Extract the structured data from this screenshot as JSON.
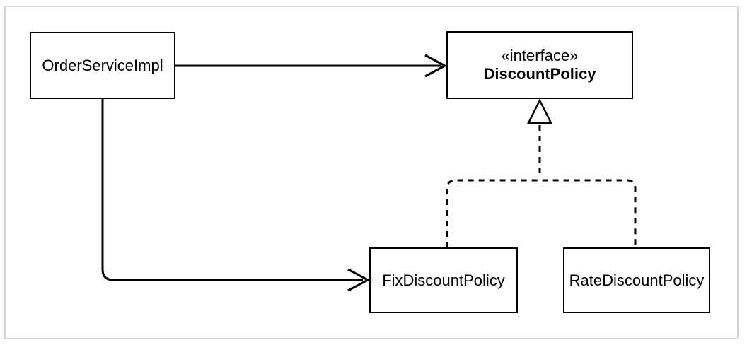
{
  "diagram": {
    "kind": "uml-class-diagram",
    "colors": {
      "background": "#ffffff",
      "frame_border": "#d5d5d5",
      "node_border": "#000000",
      "node_fill": "#ffffff",
      "edge_stroke": "#000000",
      "text": "#000000"
    },
    "nodes": [
      {
        "id": "order-service-impl",
        "label": "OrderServiceImpl",
        "stereotype": ""
      },
      {
        "id": "discount-policy",
        "label": "DiscountPolicy",
        "stereotype": "«interface»"
      },
      {
        "id": "fix-discount-policy",
        "label": "FixDiscountPolicy",
        "stereotype": ""
      },
      {
        "id": "rate-discount-policy",
        "label": "RateDiscountPolicy",
        "stereotype": ""
      }
    ],
    "edges": [
      {
        "from": "OrderServiceImpl",
        "to": "DiscountPolicy",
        "type": "dependency",
        "line": "solid",
        "arrowhead": "open-arrow"
      },
      {
        "from": "OrderServiceImpl",
        "to": "FixDiscountPolicy",
        "type": "dependency",
        "line": "solid",
        "arrowhead": "open-arrow"
      },
      {
        "from": "FixDiscountPolicy",
        "to": "DiscountPolicy",
        "type": "realization",
        "line": "dashed",
        "arrowhead": "hollow-triangle"
      },
      {
        "from": "RateDiscountPolicy",
        "to": "DiscountPolicy",
        "type": "realization",
        "line": "dashed",
        "arrowhead": "hollow-triangle"
      }
    ]
  }
}
